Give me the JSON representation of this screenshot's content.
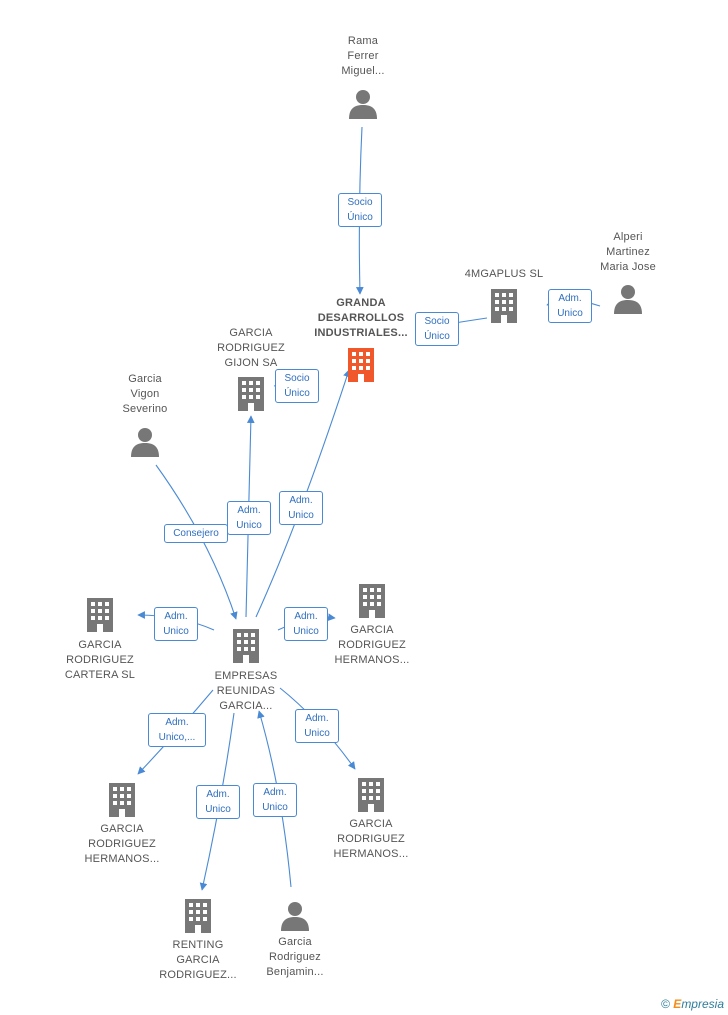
{
  "nodes": {
    "rama": {
      "label": [
        "Rama",
        "Ferrer",
        "Miguel..."
      ],
      "type": "person"
    },
    "alperi": {
      "label": [
        "Alperi",
        "Martinez",
        "Maria Jose"
      ],
      "type": "person"
    },
    "mgaplus": {
      "label": [
        "4MGAPLUS  SL"
      ],
      "type": "company"
    },
    "granda": {
      "label": [
        "GRANDA",
        "DESARROLLOS",
        "INDUSTRIALES..."
      ],
      "type": "company-main"
    },
    "gijon": {
      "label": [
        "GARCIA",
        "RODRIGUEZ",
        "GIJON SA"
      ],
      "type": "company"
    },
    "vigon": {
      "label": [
        "Garcia",
        "Vigon",
        "Severino"
      ],
      "type": "person"
    },
    "cartera": {
      "label": [
        "GARCIA",
        "RODRIGUEZ",
        "CARTERA  SL"
      ],
      "type": "company"
    },
    "empresas": {
      "label": [
        "EMPRESAS",
        "REUNIDAS",
        "GARCIA..."
      ],
      "type": "company"
    },
    "hermanos1": {
      "label": [
        "GARCIA",
        "RODRIGUEZ",
        "HERMANOS..."
      ],
      "type": "company"
    },
    "hermanos2": {
      "label": [
        "GARCIA",
        "RODRIGUEZ",
        "HERMANOS..."
      ],
      "type": "company"
    },
    "hermanos3": {
      "label": [
        "GARCIA",
        "RODRIGUEZ",
        "HERMANOS..."
      ],
      "type": "company"
    },
    "renting": {
      "label": [
        "RENTING",
        "GARCIA",
        "RODRIGUEZ..."
      ],
      "type": "company"
    },
    "benjamin": {
      "label": [
        "Garcia",
        "Rodriguez",
        "Benjamin..."
      ],
      "type": "person"
    }
  },
  "edges": {
    "rama_granda": [
      "Socio",
      "Único"
    ],
    "mgaplus_granda": [
      "Socio",
      "Único"
    ],
    "alperi_mgaplus": [
      "Adm.",
      "Unico"
    ],
    "gijon_granda": [
      "Socio",
      "Único"
    ],
    "empresas_granda": [
      "Adm.",
      "Unico"
    ],
    "empresas_gijon": [
      "Adm.",
      "Unico"
    ],
    "vigon_empresas": [
      "Consejero"
    ],
    "empresas_cartera": [
      "Adm.",
      "Unico"
    ],
    "empresas_hermanos1": [
      "Adm.",
      "Unico"
    ],
    "empresas_hermanos2": [
      "Adm.",
      "Unico,..."
    ],
    "empresas_hermanos3": [
      "Adm.",
      "Unico"
    ],
    "empresas_renting": [
      "Adm.",
      "Unico"
    ],
    "benjamin_empresas": [
      "Adm.",
      "Unico"
    ]
  },
  "colors": {
    "edge": "#4a8ad4",
    "icon": "#777777",
    "main_icon": "#f0572a"
  },
  "footer": {
    "copyright": "©",
    "brand_e": "E",
    "brand_rest": "mpresia"
  }
}
